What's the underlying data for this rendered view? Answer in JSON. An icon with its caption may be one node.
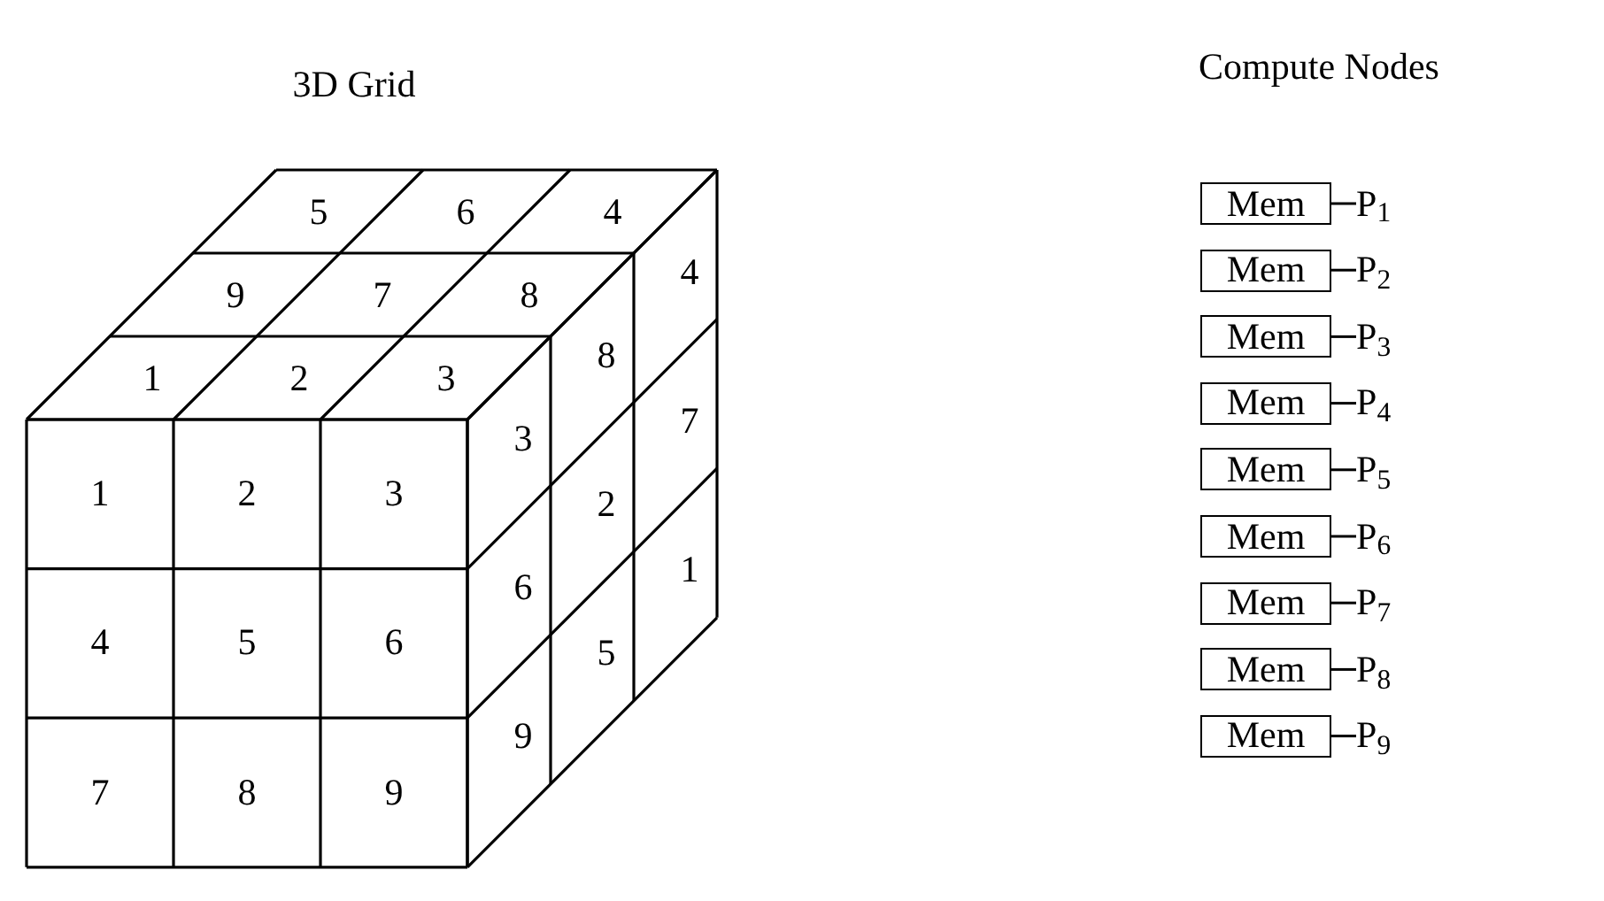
{
  "diagram": {
    "nodes": [
      {
        "text": [
          "Mem"
        ]
      },
      {
        "text": [
          "P$_{1}$"
        ]
      },
      {
        "text": [
          "Mem"
        ]
      },
      {
        "text": [
          "P$_{2}$"
        ]
      },
      {
        "text": [
          "Mem"
        ]
      },
      {
        "text": [
          "P$_{3}$"
        ]
      },
      {
        "text": [
          "Mem"
        ]
      },
      {
        "text": [
          "P$_{4}$"
        ]
      },
      {
        "text": [
          "Mem"
        ]
      },
      {
        "text": [
          "P$_{5}$"
        ]
      },
      {
        "text": [
          "Mem"
        ]
      },
      {
        "text": [
          "P$_{6}$"
        ]
      },
      {
        "text": [
          "Mem"
        ]
      },
      {
        "text": [
          "P$_{7}$"
        ]
      },
      {
        "text": [
          "Mem"
        ]
      },
      {
        "text": [
          "P$_{8}$"
        ]
      },
      {
        "text": [
          "Mem"
        ]
      },
      {
        "text": [
          "P$_{9}$"
        ]
      }
    ],
    "edges": [
      {
        "from": 0,
        "to": 1,
        "arrow": "none"
      },
      {
        "from": 2,
        "to": 3,
        "arrow": "none"
      },
      {
        "from": 4,
        "to": 5,
        "arrow": "none"
      },
      {
        "from": 6,
        "to": 7,
        "arrow": "none"
      },
      {
        "from": 8,
        "to": 9,
        "arrow": "none"
      },
      {
        "from": 10,
        "to": 11,
        "arrow": "none"
      },
      {
        "from": 12,
        "to": 13,
        "arrow": "none"
      },
      {
        "from": 14,
        "to": 15,
        "arrow": "none"
      },
      {
        "from": 16,
        "to": 17,
        "arrow": "none"
      }
    ],
    "labels": [
      "3D Grid",
      "Compute Nodes",
      "5",
      "6",
      "4",
      "9",
      "7",
      "8",
      "1",
      "2",
      "3",
      "4",
      "7",
      "1",
      "8",
      "2",
      "5",
      "3",
      "6",
      "9",
      "1",
      "2",
      "3",
      "4",
      "5",
      "6",
      "7",
      "8",
      "9"
    ]
  }
}
